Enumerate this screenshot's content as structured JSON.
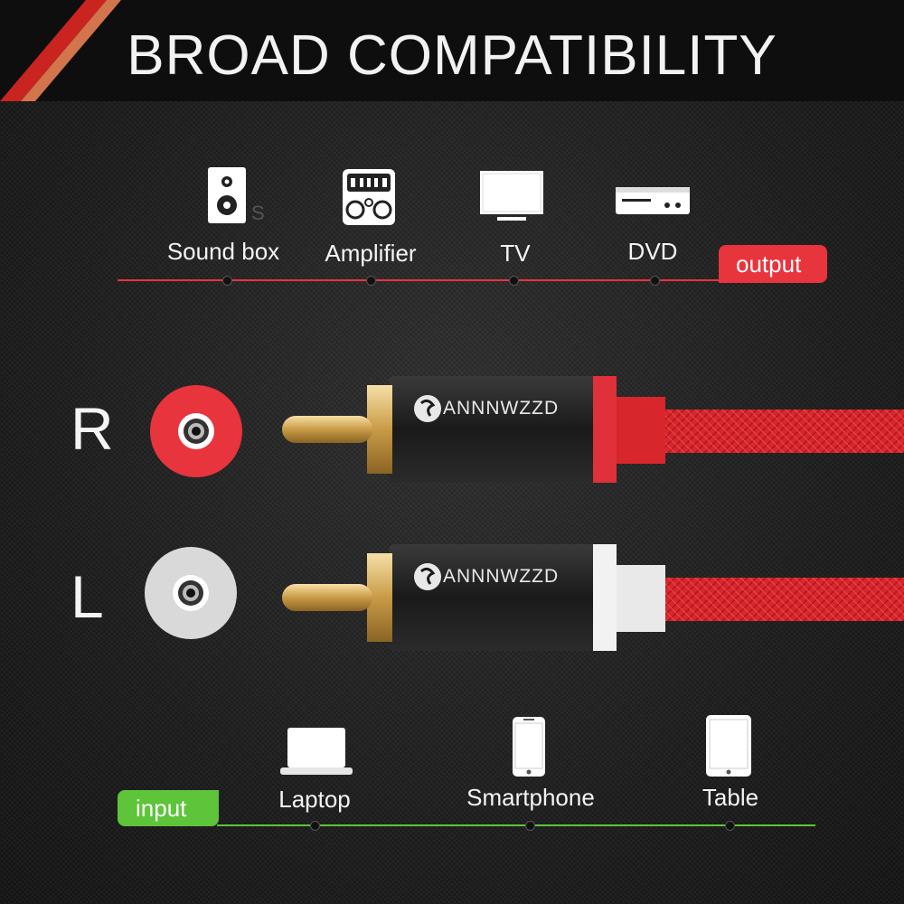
{
  "header": {
    "title": "BROAD COMPATIBILITY"
  },
  "output": {
    "tag": "output",
    "devices": [
      {
        "label": "Sound box",
        "icon": "speaker-icon"
      },
      {
        "label": "Amplifier",
        "icon": "amplifier-icon"
      },
      {
        "label": "TV",
        "icon": "tv-icon"
      },
      {
        "label": "DVD",
        "icon": "dvd-player-icon"
      }
    ]
  },
  "channels": [
    {
      "label": "R",
      "brand": "ANNNWZZD",
      "color": "#e8343d"
    },
    {
      "label": "L",
      "brand": "ANNNWZZD",
      "color": "#e6e6e6"
    }
  ],
  "input": {
    "tag": "input",
    "devices": [
      {
        "label": "Laptop",
        "icon": "laptop-icon"
      },
      {
        "label": "Smartphone",
        "icon": "smartphone-icon"
      },
      {
        "label": "Table",
        "icon": "tablet-icon"
      }
    ]
  },
  "colors": {
    "output_accent": "#e8343d",
    "input_accent": "#5ec43a",
    "cable_red": "#d8262c"
  }
}
